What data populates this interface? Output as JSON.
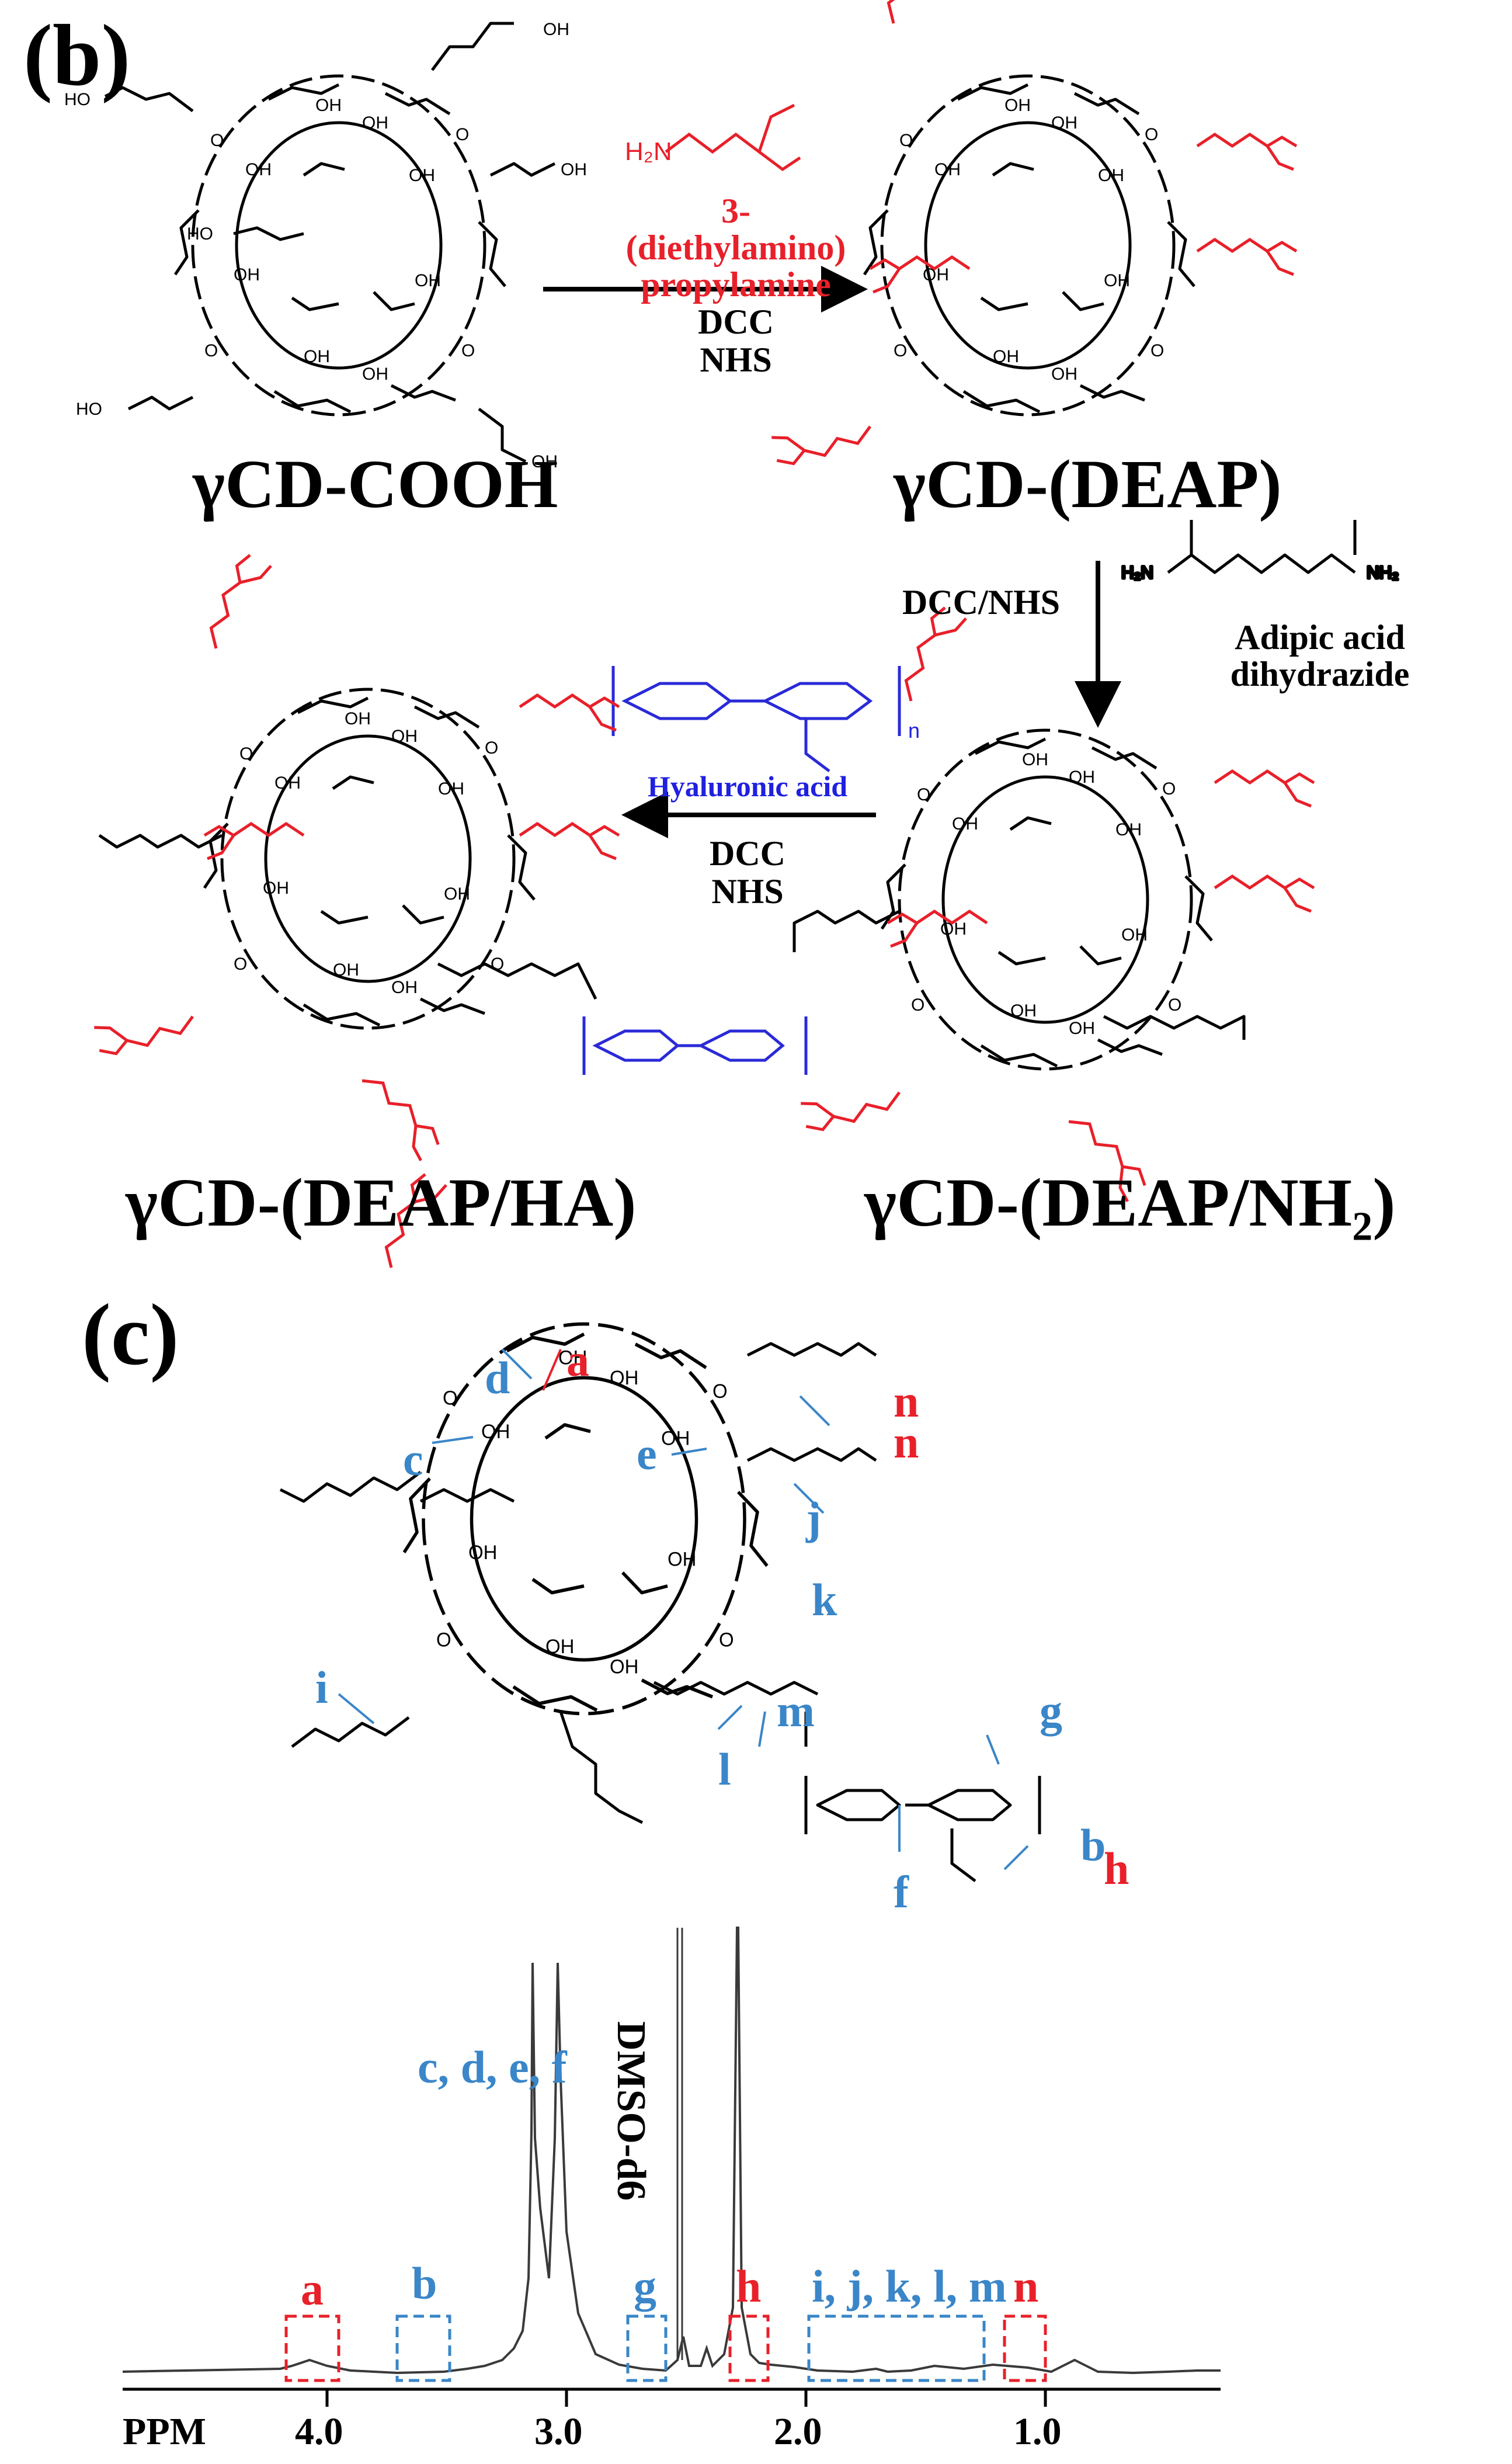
{
  "panel_b": {
    "letter": "(b)",
    "mol1": "γCD-COOH",
    "mol2": "γCD-(DEAP)",
    "mol3_prefix": "γCD-(DEAP/NH",
    "mol3_sub": "2",
    "mol3_suffix": ")",
    "mol4": "γCD-(DEAP/HA)",
    "step1": {
      "reagent_formula_left": "H₂N",
      "reagent_name": "3-(diethylamino) propylamine",
      "conditions": [
        "DCC",
        "NHS"
      ]
    },
    "step2": {
      "conditions": "DCC/NHS",
      "reagent_name": "Adipic acid dihydrazide"
    },
    "step3": {
      "reagent_name": "Hyaluronic acid",
      "conditions": [
        "DCC",
        "NHS"
      ],
      "repeat_unit": "n"
    },
    "colors": {
      "amine_moiety": "#e8202a",
      "hyaluronic": "#2a2ad8",
      "backbone": "#000000"
    }
  },
  "panel_c": {
    "letter": "(c)",
    "structure_labels": [
      "a",
      "b",
      "c",
      "d",
      "e",
      "f",
      "g",
      "h",
      "i",
      "j",
      "k",
      "l",
      "m",
      "n",
      "n"
    ],
    "solvent_label": "DMSO-d6",
    "peak_groups": [
      {
        "text": "a",
        "color": "red"
      },
      {
        "text": "b",
        "color": "blue"
      },
      {
        "text": "c, d, e, f",
        "color": "blue"
      },
      {
        "text": "g",
        "color": "blue"
      },
      {
        "text": "h",
        "color": "red"
      },
      {
        "text": "i, j, k, l, m",
        "color": "blue"
      },
      {
        "text": "n",
        "color": "red"
      }
    ],
    "axis": {
      "unit_label": "PPM",
      "ticks": [
        "4.0",
        "3.0",
        "2.0",
        "1.0"
      ]
    },
    "colors": {
      "red_label": "#e8202a",
      "blue_label": "#3a86c8"
    }
  }
}
